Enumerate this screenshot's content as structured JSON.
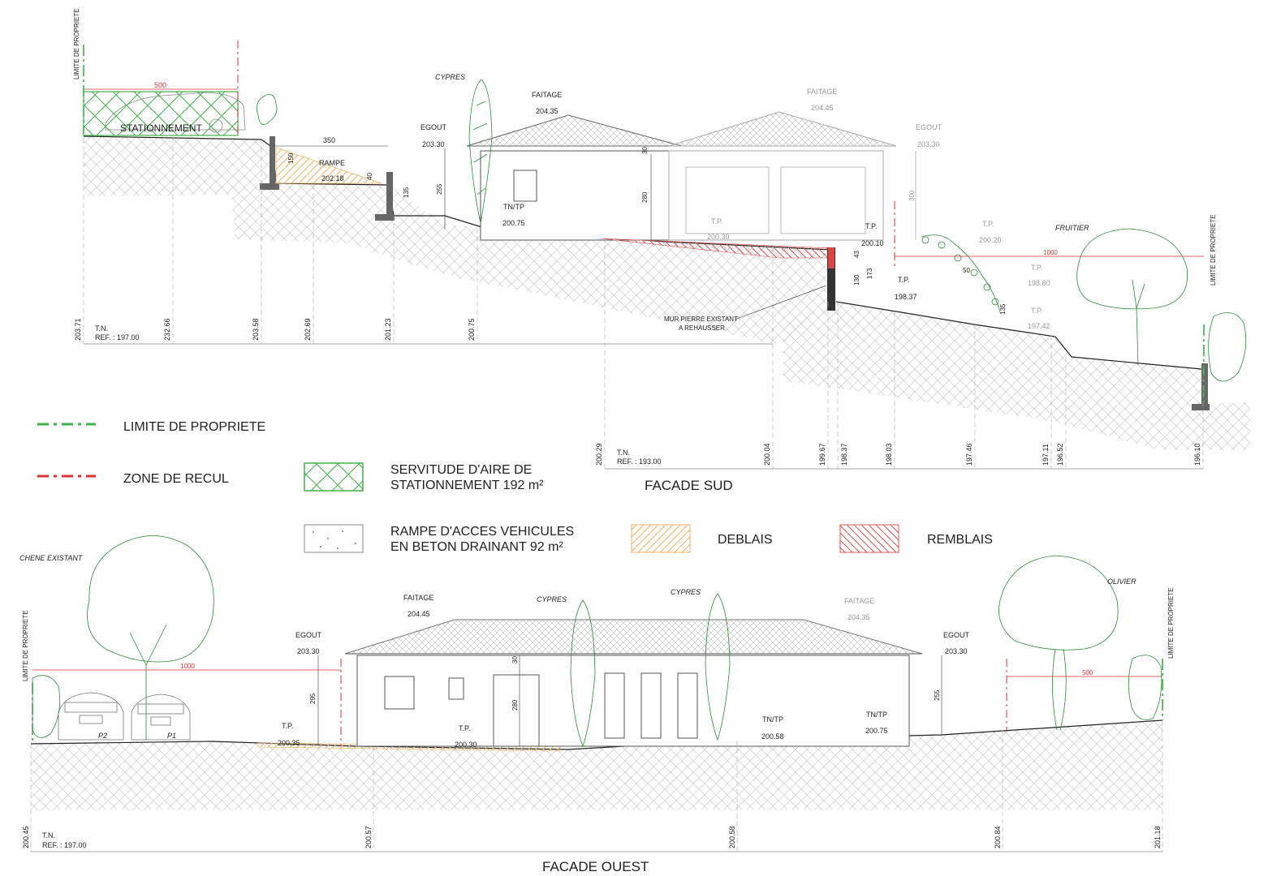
{
  "facade_sud": {
    "title": "FACADE SUD",
    "labels": {
      "limite_left": "LIMITE DE PROPRIETE",
      "limite_right": "LIMITE DE PROPRIETE",
      "stationnement": "STATIONNEMENT",
      "dim_500": "500",
      "dim_350": "350",
      "rampe": "RAMPE",
      "rampe_level": "202.18",
      "cypres": "CYPRES",
      "faitage": "FAITAGE",
      "faitage_level": "204.35",
      "faitage2": "FAITAGE",
      "faitage2_level": "204.45",
      "egout_left": "EGOUT",
      "egout_left_level": "203.30",
      "egout_right": "EGOUT",
      "egout_right_level": "203.30",
      "tntp": "TN/TP",
      "tntp_level": "200.75",
      "tp_house": "T.P.",
      "tp_house_level": "200.30",
      "tp_a": "T.P.",
      "tp_a_level": "200.10",
      "tp_b": "T.P.",
      "tp_b_level": "198.37",
      "tp_c": "T.P.",
      "tp_c_level": "200.20",
      "tp_d": "T.P.",
      "tp_d_level": "198.80",
      "tp_e": "T.P.",
      "tp_e_level": "197.42",
      "fruitier": "FRUITIER",
      "dim_1000": "1000",
      "mur_line1": "MUR PIERRE EXISTANT",
      "mur_line2": "A REHAUSSER",
      "d150": "150",
      "d40": "40",
      "d135": "135",
      "d255": "255",
      "d30": "30",
      "d280": "280",
      "d300": "300",
      "d43": "43",
      "d130": "130",
      "d173": "173",
      "d50": "50",
      "d135b": "135",
      "tn": "T.N.",
      "ref1": "REF. : 197.00",
      "ref2": "REF. : 193.00"
    },
    "levels_row1": [
      "203.71",
      "232.66",
      "203.58",
      "202.69",
      "201.23",
      "200.75"
    ],
    "levels_row2": [
      "200.29",
      "200.04",
      "199.67",
      "198.37",
      "198.03",
      "197.46",
      "197.11",
      "196.52",
      "196.10"
    ]
  },
  "legend": {
    "limite": "LIMITE DE PROPRIETE",
    "recul": "ZONE DE RECUL",
    "servitude_l1": "SERVITUDE D'AIRE DE",
    "servitude_l2": "STATIONNEMENT 192 m²",
    "rampe_l1": "RAMPE D'ACCES VEHICULES",
    "rampe_l2": "EN BETON DRAINANT 92 m²",
    "deblais": "DEBLAIS",
    "remblais": "REMBLAIS"
  },
  "facade_ouest": {
    "title": "FACADE OUEST",
    "labels": {
      "chene": "CHENE EXISTANT",
      "limite_left": "LIMITE DE PROPRIETE",
      "limite_right": "LIMITE DE PROPRIETE",
      "p2": "P2",
      "p1": "P1",
      "dim_1000": "1000",
      "dim_500": "500",
      "egout_left": "EGOUT",
      "egout_left_level": "203.30",
      "egout_right": "EGOUT",
      "egout_right_level": "203.30",
      "faitage": "FAITAGE",
      "faitage_level": "204.45",
      "faitage2": "FAITAGE",
      "faitage2_level": "204.35",
      "cypres1": "CYPRES",
      "cypres2": "CYPRES",
      "olivier": "OLIVIER",
      "tp_a": "T.P.",
      "tp_a_level": "200.35",
      "tp_b": "T.P.",
      "tp_b_level": "200.30",
      "tntp_a": "TN/TP",
      "tntp_a_level": "200.58",
      "tntp_b": "TN/TP",
      "tntp_b_level": "200.75",
      "d295": "295",
      "d30": "30",
      "d280": "280",
      "d255": "255",
      "tn": "T.N.",
      "ref": "REF. : 197.00"
    },
    "levels": [
      "200.45",
      "200.57",
      "200.58",
      "200.84",
      "201.18"
    ]
  }
}
